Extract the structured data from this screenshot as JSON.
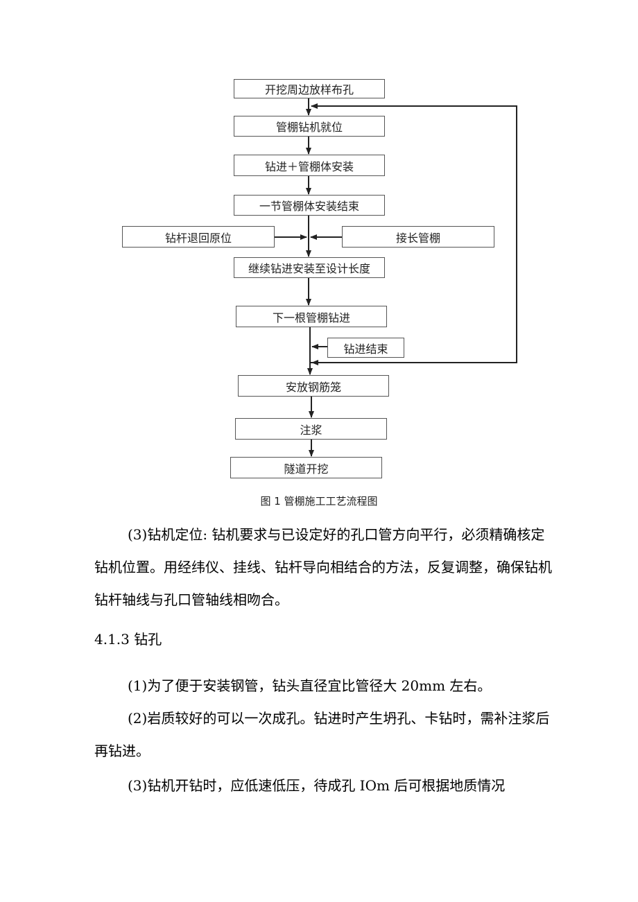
{
  "flowchart": {
    "step1": "开挖周边放样布孔",
    "step2": "管棚钻机就位",
    "step3": "钻进＋管棚体安装",
    "step4": "一节管棚体安装结束",
    "left_box": "钻杆退回原位",
    "right_box": "接长管棚",
    "step5": "继续钻进安装至设计长度",
    "step6": "下一根管棚钻进",
    "side_box": "钻进结束",
    "step7": "安放钢筋笼",
    "step8": "注浆",
    "step9": "隧道开挖"
  },
  "caption": "图 1 管棚施工工艺流程图",
  "paragraphs": {
    "p1": "(3)钻机定位: 钻机要求与已设定好的孔口管方向平行，必须精确核定钻机位置。用经纬仪、挂线、钻杆导向相结合的方法，反复调整，确保钻机钻杆轴线与孔口管轴线相吻合。",
    "heading": "4.1.3   钻孔",
    "p2": "(1)为了便于安装钢管，钻头直径宜比管径大 20mm 左右。",
    "p3": "(2)岩质较好的可以一次成孔。钻进时产生坍孔、卡钻时，需补注浆后再钻进。",
    "p4": "(3)钻机开钻时，应低速低压，待成孔 IOm 后可根据地质情况"
  }
}
